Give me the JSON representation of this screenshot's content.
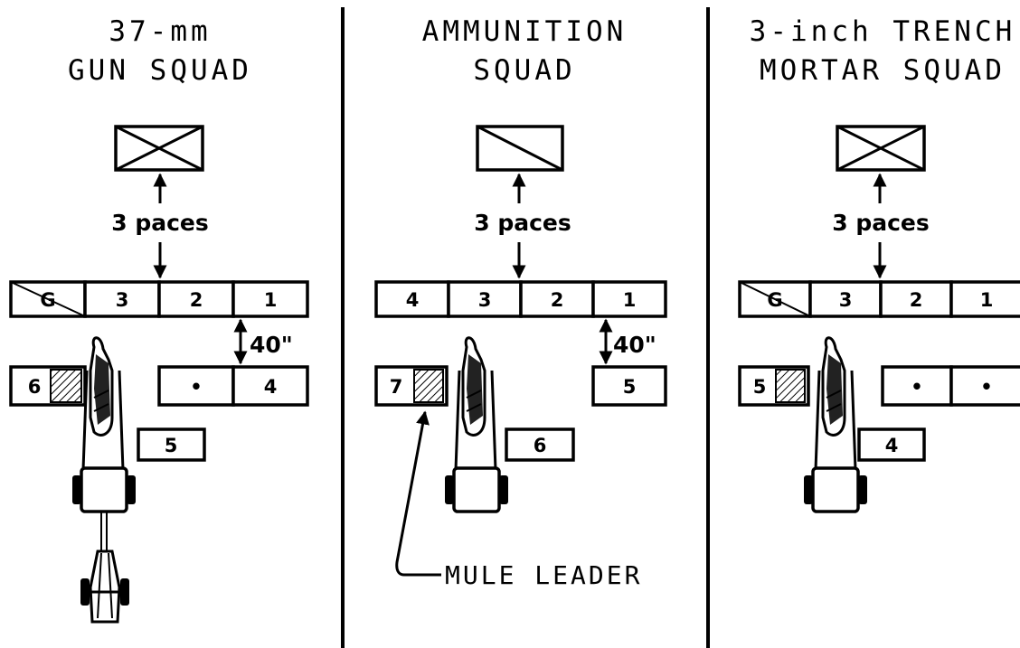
{
  "panels": [
    {
      "title_line1": "37-mm",
      "title_line2": "GUN SQUAD",
      "distance_label": "3 paces",
      "rank_front": [
        "G",
        "3",
        "2",
        "1"
      ],
      "spacing_label": "40\"",
      "rank_rear": [
        "6",
        "•",
        "4"
      ],
      "extra_positions": [
        "5"
      ]
    },
    {
      "title_line1": "AMMUNITION",
      "title_line2": "SQUAD",
      "distance_label": "3 paces",
      "rank_front": [
        "4",
        "3",
        "2",
        "1"
      ],
      "spacing_label": "40\"",
      "rank_rear": [
        "7",
        "5"
      ],
      "extra_positions": [
        "6"
      ],
      "callout": "MULE LEADER"
    },
    {
      "title_line1": "3-inch TRENCH",
      "title_line2": "MORTAR SQUAD",
      "distance_label": "3 paces",
      "rank_front": [
        "G",
        "3",
        "2",
        "1"
      ],
      "rank_rear": [
        "5",
        "•",
        "•"
      ],
      "extra_positions": [
        "4"
      ]
    }
  ]
}
